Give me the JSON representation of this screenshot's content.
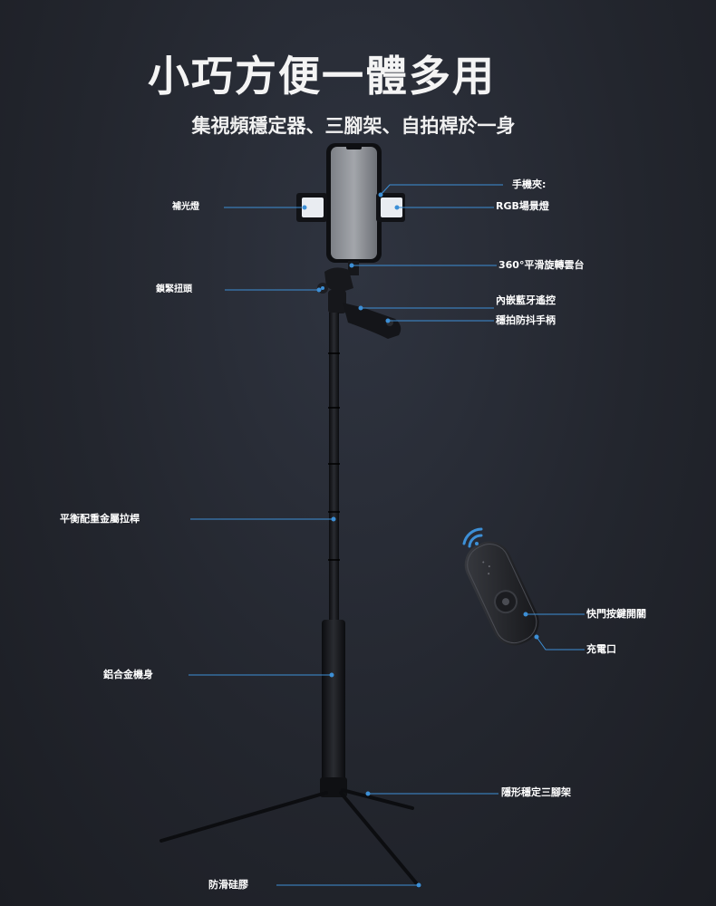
{
  "header": {
    "title": "小巧方便一體多用",
    "subtitle": "集視頻穩定器、三腳架、自拍桿於一身"
  },
  "labels": {
    "fill_light": "補光燈",
    "lock_knob": "鎖緊扭頭",
    "phone_clip": "手機夾:",
    "rgb_light": "RGB場景燈",
    "gimbal": "360°平滑旋轉雲台",
    "bluetooth": "內嵌藍牙遙控",
    "grip": "穩拍防抖手柄",
    "rod": "平衡配重金屬拉桿",
    "body": "鋁合金機身",
    "shutter": "快門按鍵開關",
    "charge_port": "充電口",
    "tripod": "隱形穩定三腳架",
    "rubber": "防滑硅膠"
  },
  "colors": {
    "background": "#23262e",
    "leader_line": "#3d8fd6",
    "device": "#15161a",
    "text": "#ffffff"
  },
  "icons": {
    "wifi_signal": "wifi-icon"
  }
}
